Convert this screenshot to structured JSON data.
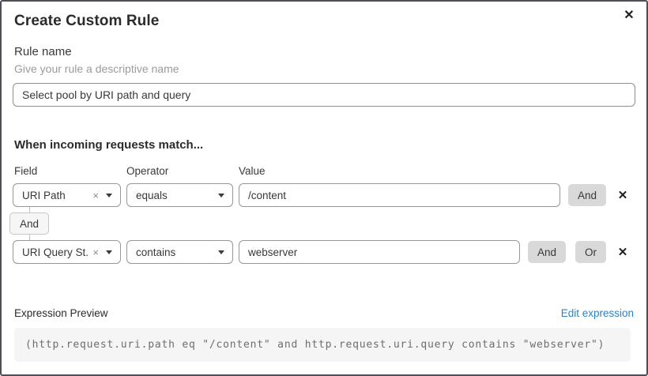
{
  "dialog": {
    "title": "Create Custom Rule"
  },
  "icons": {
    "close": "✕",
    "clear": "×",
    "delete": "✕"
  },
  "rule_name": {
    "label": "Rule name",
    "helper": "Give your rule a descriptive name",
    "value": "Select pool by URI path and query"
  },
  "matcher": {
    "heading": "When incoming requests match...",
    "columns": {
      "field": "Field",
      "operator": "Operator",
      "value": "Value"
    },
    "connector_label": "And",
    "rows": [
      {
        "field": "URI Path",
        "operator": "equals",
        "value": "/content",
        "and_label": "And"
      },
      {
        "field": "URI Query St...",
        "operator": "contains",
        "value": "webserver",
        "and_label": "And",
        "or_label": "Or"
      }
    ]
  },
  "expression": {
    "label": "Expression Preview",
    "edit_link": "Edit expression",
    "code": "(http.request.uri.path eq \"/content\" and http.request.uri.query contains \"webserver\")"
  },
  "colors": {
    "link_blue": "#2e80c0",
    "button_gray": "#d9d9d9",
    "border_gray": "#979797",
    "code_bg": "#f5f5f6"
  }
}
